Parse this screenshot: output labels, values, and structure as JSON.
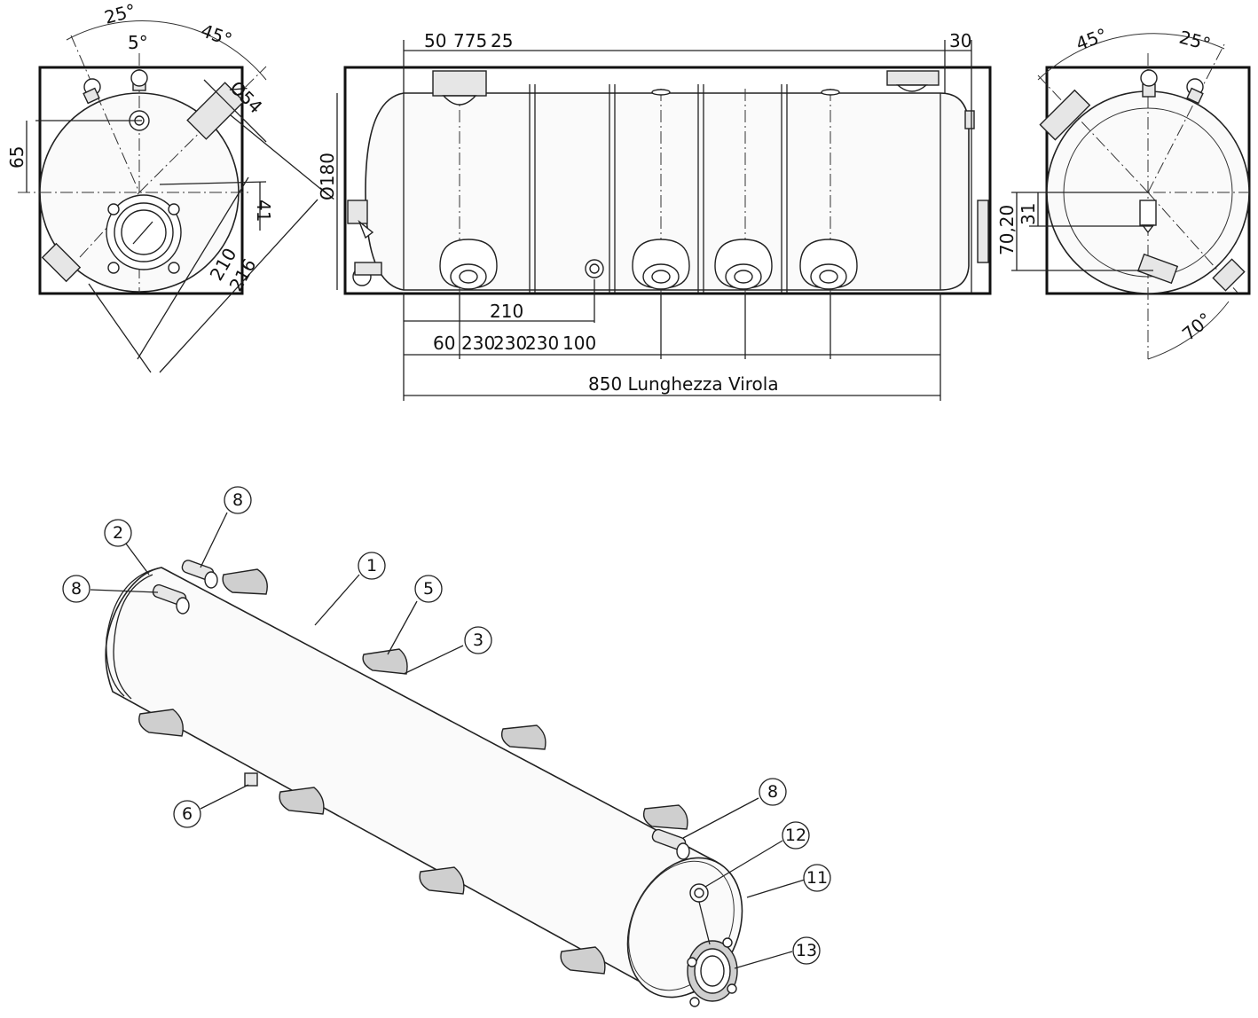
{
  "left_view": {
    "angles": [
      "25°",
      "5°",
      "45°"
    ],
    "dims": [
      "65",
      "Ø54",
      "41",
      "210",
      "216"
    ]
  },
  "front_view": {
    "top_dims": [
      "50",
      "775",
      "25",
      "30"
    ],
    "diameter": "Ø180",
    "bottom_dims": [
      "210",
      "60",
      "230",
      "230",
      "230",
      "100"
    ],
    "length_label": "850 Lunghezza Virola"
  },
  "right_view": {
    "angles": [
      "45°",
      "25°",
      "70°"
    ],
    "dims": [
      "70,20",
      "31"
    ]
  },
  "callouts": [
    "1",
    "2",
    "3",
    "5",
    "6",
    "8",
    "8",
    "8",
    "11",
    "12",
    "13"
  ]
}
